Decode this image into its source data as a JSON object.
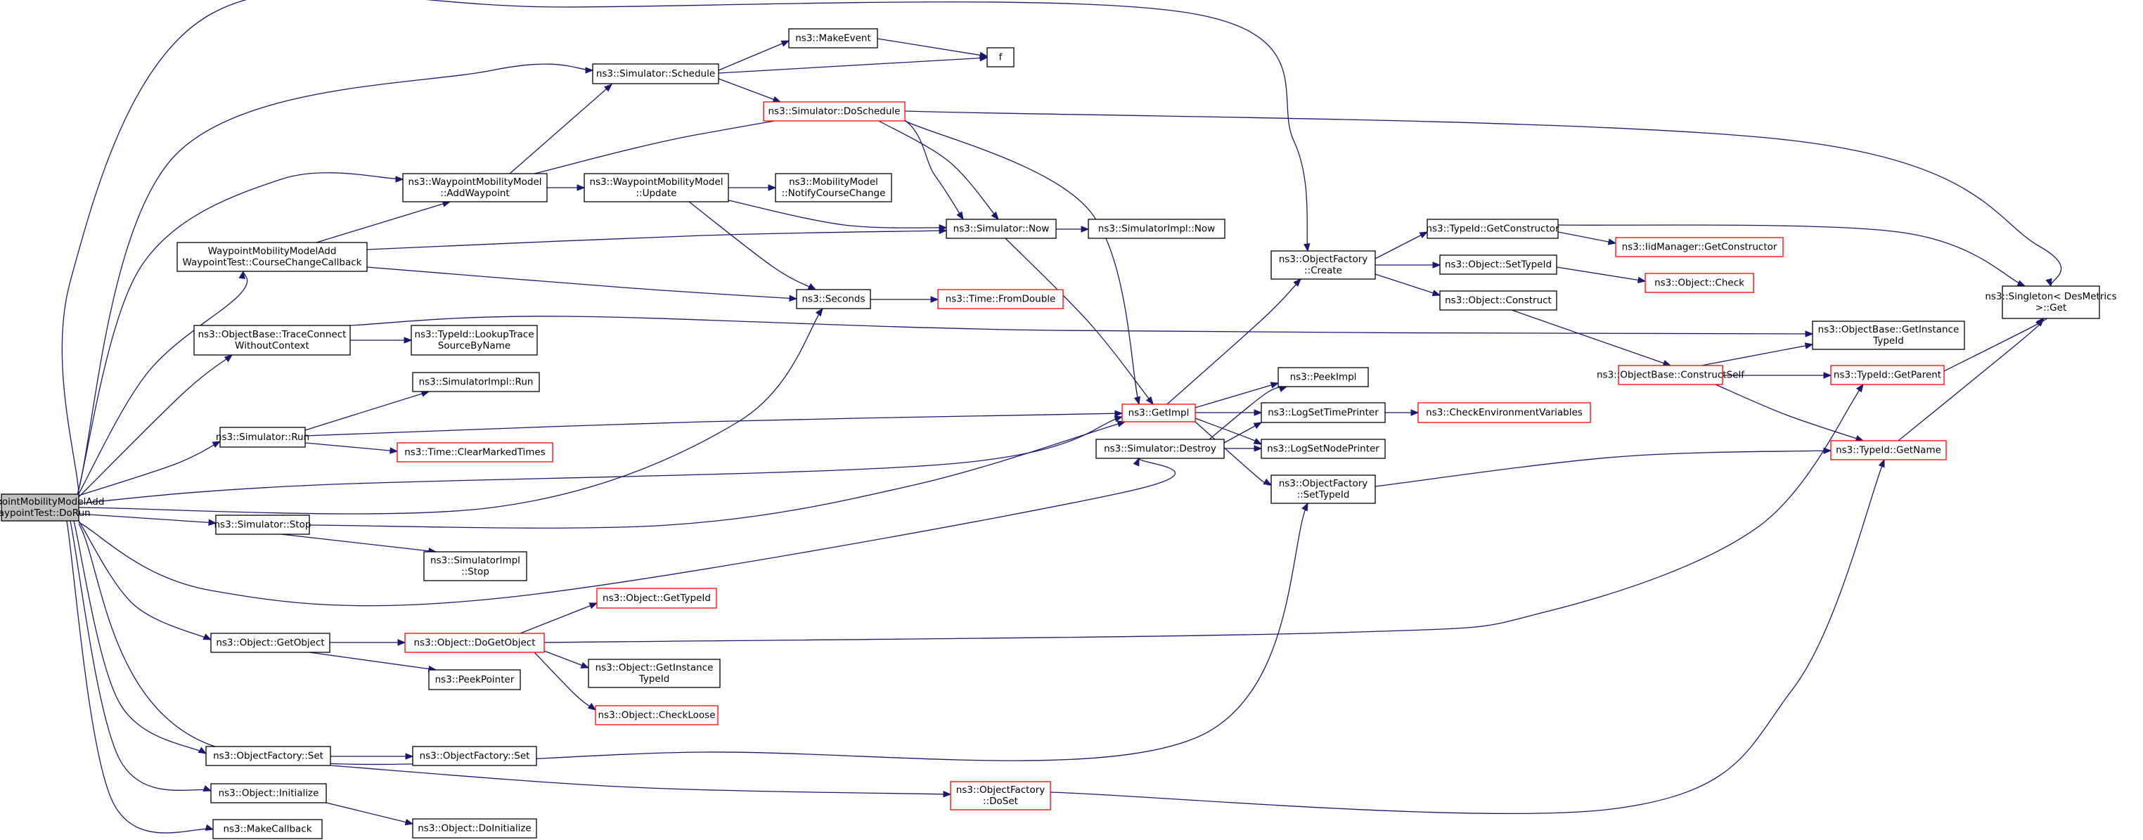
{
  "graph": {
    "root": "doRun",
    "colors": {
      "edge": "#191970",
      "box_border": "#000000",
      "truncated_border": "#ff0000",
      "root_fill": "#bfbfbf"
    },
    "nodes": [
      {
        "id": "doRun",
        "lines": [
          "WaypointMobilityModelAdd",
          "WaypointTest::DoRun"
        ],
        "root": true
      },
      {
        "id": "sched",
        "lines": [
          "ns3::Simulator::Schedule"
        ]
      },
      {
        "id": "makeEvent",
        "lines": [
          "ns3::MakeEvent"
        ]
      },
      {
        "id": "f",
        "lines": [
          "f"
        ]
      },
      {
        "id": "doSched",
        "lines": [
          "ns3::Simulator::DoSchedule"
        ],
        "truncated": true
      },
      {
        "id": "addWp",
        "lines": [
          "ns3::WaypointMobilityModel",
          "::AddWaypoint"
        ]
      },
      {
        "id": "update",
        "lines": [
          "ns3::WaypointMobilityModel",
          "::Update"
        ]
      },
      {
        "id": "notify",
        "lines": [
          "ns3::MobilityModel",
          "::NotifyCourseChange"
        ]
      },
      {
        "id": "ccb",
        "lines": [
          "WaypointMobilityModelAdd",
          "WaypointTest::CourseChangeCallback"
        ]
      },
      {
        "id": "now",
        "lines": [
          "ns3::Simulator::Now"
        ]
      },
      {
        "id": "implNow",
        "lines": [
          "ns3::SimulatorImpl::Now"
        ]
      },
      {
        "id": "seconds",
        "lines": [
          "ns3::Seconds"
        ]
      },
      {
        "id": "fromDouble",
        "lines": [
          "ns3::Time::FromDouble"
        ],
        "truncated": true
      },
      {
        "id": "traceConn",
        "lines": [
          "ns3::ObjectBase::TraceConnect",
          "WithoutContext"
        ]
      },
      {
        "id": "lookupTrace",
        "lines": [
          "ns3::TypeId::LookupTrace",
          "SourceByName"
        ]
      },
      {
        "id": "simRun",
        "lines": [
          "ns3::Simulator::Run"
        ]
      },
      {
        "id": "implRun",
        "lines": [
          "ns3::SimulatorImpl::Run"
        ]
      },
      {
        "id": "clearMarked",
        "lines": [
          "ns3::Time::ClearMarkedTimes"
        ],
        "truncated": true
      },
      {
        "id": "simStop",
        "lines": [
          "ns3::Simulator::Stop"
        ]
      },
      {
        "id": "implStop",
        "lines": [
          "ns3::SimulatorImpl",
          "::Stop"
        ]
      },
      {
        "id": "getObject",
        "lines": [
          "ns3::Object::GetObject"
        ]
      },
      {
        "id": "doGetObject",
        "lines": [
          "ns3::Object::DoGetObject"
        ],
        "truncated": true
      },
      {
        "id": "getTypeId",
        "lines": [
          "ns3::Object::GetTypeId"
        ],
        "truncated": true
      },
      {
        "id": "objGetInst",
        "lines": [
          "ns3::Object::GetInstance",
          "TypeId"
        ]
      },
      {
        "id": "checkLoose",
        "lines": [
          "ns3::Object::CheckLoose"
        ],
        "truncated": true
      },
      {
        "id": "peekPointer",
        "lines": [
          "ns3::PeekPointer"
        ]
      },
      {
        "id": "ofSet",
        "lines": [
          "ns3::ObjectFactory::Set"
        ]
      },
      {
        "id": "ofSet2",
        "lines": [
          "ns3::ObjectFactory::Set"
        ]
      },
      {
        "id": "ofDoSet",
        "lines": [
          "ns3::ObjectFactory",
          "::DoSet"
        ],
        "truncated": true
      },
      {
        "id": "objInit",
        "lines": [
          "ns3::Object::Initialize"
        ]
      },
      {
        "id": "objDoInit",
        "lines": [
          "ns3::Object::DoInitialize"
        ]
      },
      {
        "id": "makeCb",
        "lines": [
          "ns3::MakeCallback"
        ]
      },
      {
        "id": "getImpl",
        "lines": [
          "ns3::GetImpl"
        ],
        "truncated": true
      },
      {
        "id": "simDestroy",
        "lines": [
          "ns3::Simulator::Destroy"
        ]
      },
      {
        "id": "peekImpl",
        "lines": [
          "ns3::PeekImpl"
        ]
      },
      {
        "id": "logTime",
        "lines": [
          "ns3::LogSetTimePrinter"
        ]
      },
      {
        "id": "checkEnv",
        "lines": [
          "ns3::CheckEnvironmentVariables"
        ],
        "truncated": true
      },
      {
        "id": "logNode",
        "lines": [
          "ns3::LogSetNodePrinter"
        ]
      },
      {
        "id": "ofSetTypeId",
        "lines": [
          "ns3::ObjectFactory",
          "::SetTypeId"
        ]
      },
      {
        "id": "ofCreate",
        "lines": [
          "ns3::ObjectFactory",
          "::Create"
        ]
      },
      {
        "id": "getCtor",
        "lines": [
          "ns3::TypeId::GetConstructor"
        ]
      },
      {
        "id": "iidCtor",
        "lines": [
          "ns3::IidManager::GetConstructor"
        ],
        "truncated": true
      },
      {
        "id": "objSetTypeId",
        "lines": [
          "ns3::Object::SetTypeId"
        ]
      },
      {
        "id": "objCheck",
        "lines": [
          "ns3::Object::Check"
        ],
        "truncated": true
      },
      {
        "id": "objConstruct",
        "lines": [
          "ns3::Object::Construct"
        ]
      },
      {
        "id": "constructSelf",
        "lines": [
          "ns3::ObjectBase::ConstructSelf"
        ],
        "truncated": true
      },
      {
        "id": "obGetInst",
        "lines": [
          "ns3::ObjectBase::GetInstance",
          "TypeId"
        ]
      },
      {
        "id": "getParent",
        "lines": [
          "ns3::TypeId::GetParent"
        ],
        "truncated": true
      },
      {
        "id": "getName",
        "lines": [
          "ns3::TypeId::GetName"
        ],
        "truncated": true
      },
      {
        "id": "singleton",
        "lines": [
          "ns3::Singleton< DesMetrics",
          ">::Get"
        ]
      }
    ],
    "edges": [
      [
        "doRun",
        "sched"
      ],
      [
        "doRun",
        "addWp"
      ],
      [
        "doRun",
        "ccb"
      ],
      [
        "doRun",
        "traceConn"
      ],
      [
        "doRun",
        "simRun"
      ],
      [
        "doRun",
        "simStop"
      ],
      [
        "doRun",
        "getObject"
      ],
      [
        "doRun",
        "ofSet"
      ],
      [
        "doRun",
        "objInit"
      ],
      [
        "doRun",
        "makeCb"
      ],
      [
        "doRun",
        "seconds"
      ],
      [
        "doRun",
        "getImpl"
      ],
      [
        "doRun",
        "simDestroy"
      ],
      [
        "doRun",
        "ofSetTypeId"
      ],
      [
        "doRun",
        "ofCreate"
      ],
      [
        "sched",
        "makeEvent"
      ],
      [
        "sched",
        "f"
      ],
      [
        "sched",
        "doSched"
      ],
      [
        "makeEvent",
        "f"
      ],
      [
        "doSched",
        "now"
      ],
      [
        "doSched",
        "getImpl"
      ],
      [
        "doSched",
        "singleton"
      ],
      [
        "addWp",
        "sched"
      ],
      [
        "addWp",
        "update"
      ],
      [
        "addWp",
        "now"
      ],
      [
        "update",
        "notify"
      ],
      [
        "update",
        "now"
      ],
      [
        "update",
        "seconds"
      ],
      [
        "ccb",
        "addWp"
      ],
      [
        "ccb",
        "now"
      ],
      [
        "ccb",
        "seconds"
      ],
      [
        "now",
        "implNow"
      ],
      [
        "now",
        "getImpl"
      ],
      [
        "seconds",
        "fromDouble"
      ],
      [
        "traceConn",
        "lookupTrace"
      ],
      [
        "traceConn",
        "obGetInst"
      ],
      [
        "simRun",
        "implRun"
      ],
      [
        "simRun",
        "getImpl"
      ],
      [
        "simRun",
        "clearMarked"
      ],
      [
        "simStop",
        "getImpl"
      ],
      [
        "simStop",
        "implStop"
      ],
      [
        "getObject",
        "doGetObject"
      ],
      [
        "getObject",
        "peekPointer"
      ],
      [
        "doGetObject",
        "getTypeId"
      ],
      [
        "doGetObject",
        "objGetInst"
      ],
      [
        "doGetObject",
        "checkLoose"
      ],
      [
        "doGetObject",
        "getParent"
      ],
      [
        "ofSet",
        "ofSet2"
      ],
      [
        "ofSet",
        "ofDoSet"
      ],
      [
        "ofDoSet",
        "getName"
      ],
      [
        "objInit",
        "objDoInit"
      ],
      [
        "getImpl",
        "ofCreate"
      ],
      [
        "getImpl",
        "peekImpl"
      ],
      [
        "getImpl",
        "logTime"
      ],
      [
        "getImpl",
        "logNode"
      ],
      [
        "getImpl",
        "ofSetTypeId"
      ],
      [
        "simDestroy",
        "peekImpl"
      ],
      [
        "simDestroy",
        "logTime"
      ],
      [
        "simDestroy",
        "logNode"
      ],
      [
        "logTime",
        "checkEnv"
      ],
      [
        "ofSetTypeId",
        "getName"
      ],
      [
        "ofCreate",
        "getCtor"
      ],
      [
        "ofCreate",
        "objSetTypeId"
      ],
      [
        "ofCreate",
        "objConstruct"
      ],
      [
        "getCtor",
        "iidCtor"
      ],
      [
        "getCtor",
        "singleton"
      ],
      [
        "objSetTypeId",
        "objCheck"
      ],
      [
        "objConstruct",
        "constructSelf"
      ],
      [
        "constructSelf",
        "obGetInst"
      ],
      [
        "constructSelf",
        "getParent"
      ],
      [
        "constructSelf",
        "getName"
      ],
      [
        "getParent",
        "singleton"
      ],
      [
        "getName",
        "singleton"
      ]
    ]
  }
}
